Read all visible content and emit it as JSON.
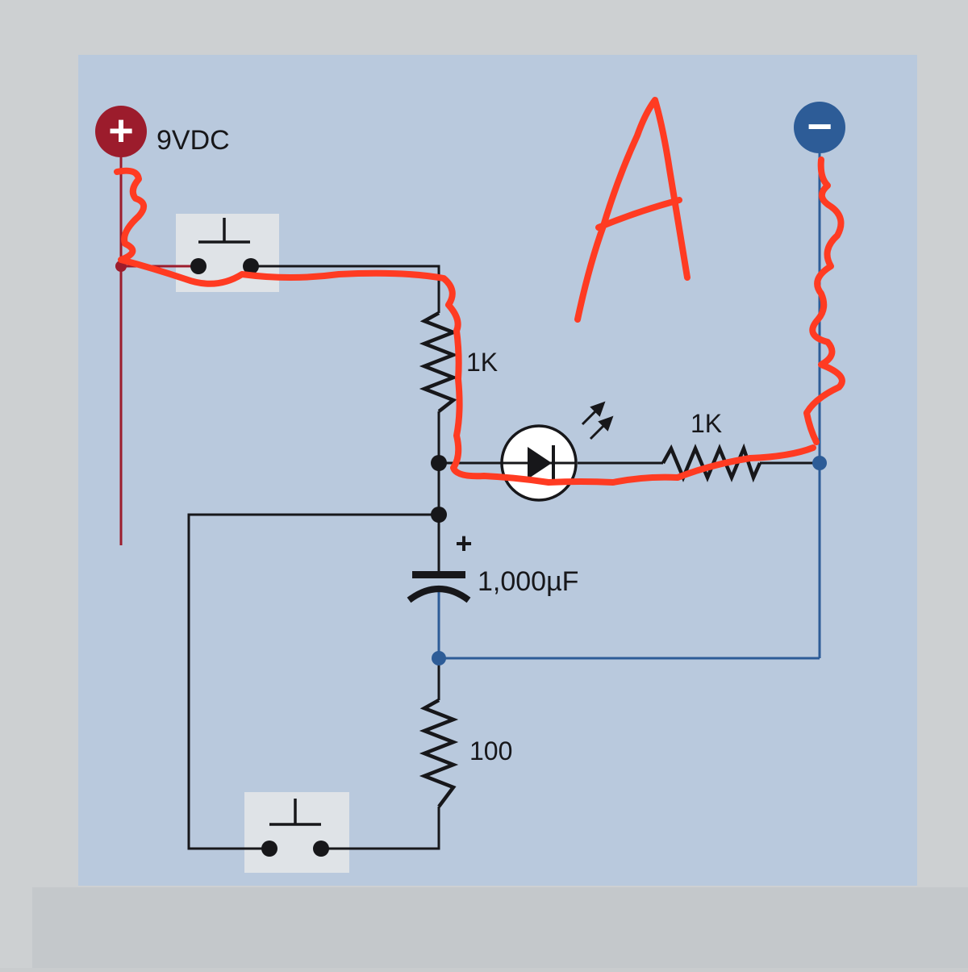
{
  "supply": {
    "positive_symbol": "+",
    "positive_label": "9VDC",
    "negative_symbol": "−",
    "positive_color": "#9c1c2c",
    "negative_color": "#2d5c97"
  },
  "components": {
    "r_top_label": "1K",
    "r_led_label": "1K",
    "cap_label": "1,000µF",
    "cap_polarity": "+",
    "r_bottom_label": "100"
  },
  "annotation": {
    "letter": "A",
    "ink_color": "#ff3b22"
  },
  "colors": {
    "page_outer": "#c9ccce",
    "diagram_bg": "#b9c9dd",
    "wire": "#17171a",
    "switch_bg": "#dfe3e7"
  }
}
